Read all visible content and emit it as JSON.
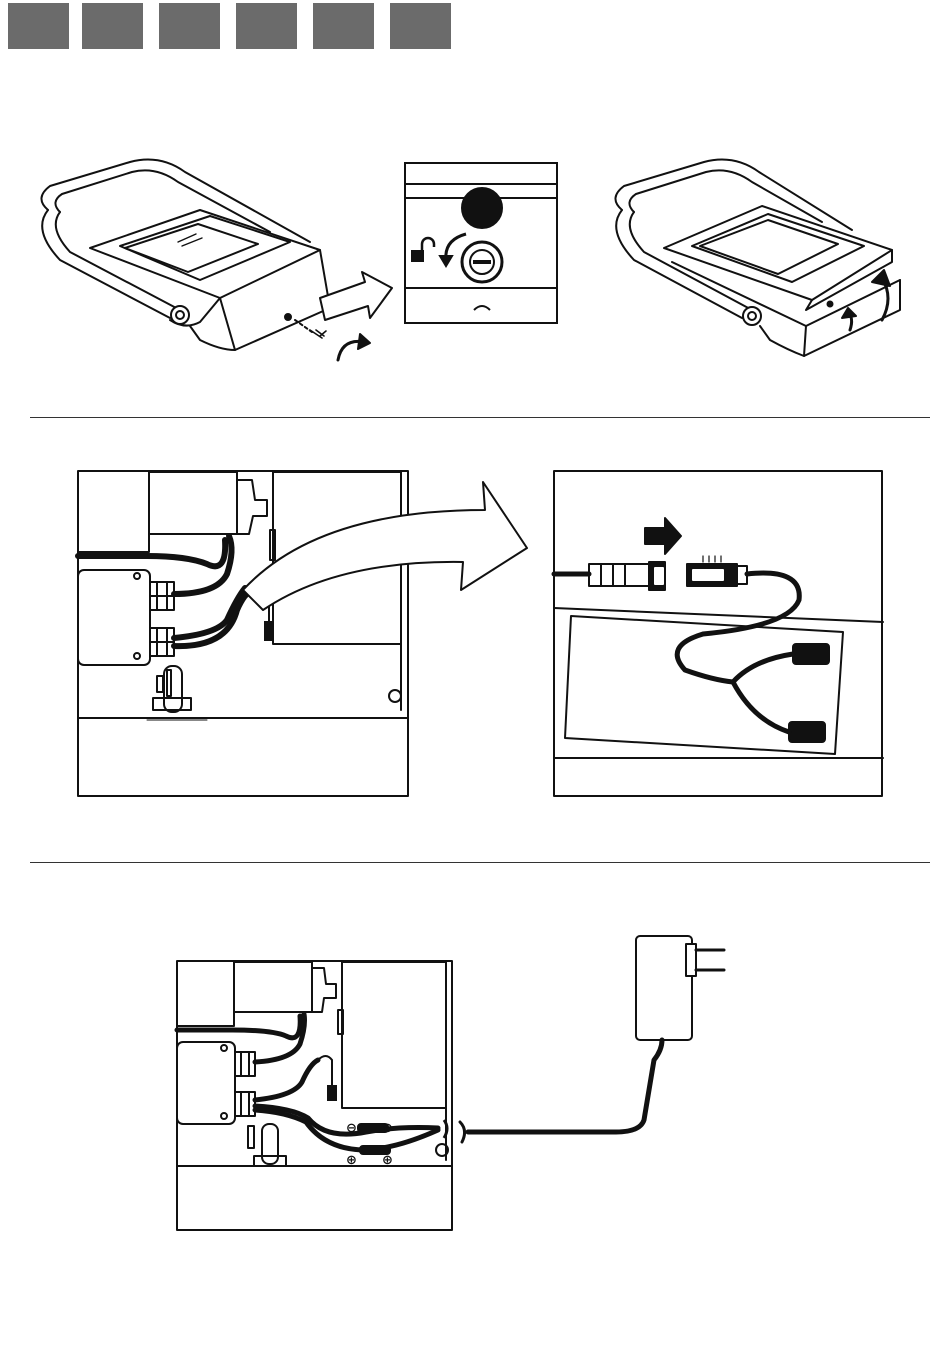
{
  "header": {
    "tabs": [
      "",
      "",
      "",
      "",
      "",
      ""
    ],
    "tab_color": "#6b6b6b"
  },
  "step1": {
    "figures": [
      "lamp-closed-unscrew",
      "lock-detail",
      "lamp-open-lid"
    ],
    "lock_icon": "padlock-open-icon"
  },
  "step2": {
    "figures": [
      "battery-box-connector",
      "connector-detail-disconnect"
    ]
  },
  "step3": {
    "figures": [
      "battery-box-charger-wiring",
      "wall-charger-plug"
    ],
    "polarity": {
      "negative": "⊖",
      "positive": "⊕"
    }
  },
  "colors": {
    "ink": "#111111",
    "tab": "#6b6b6b",
    "paper": "#ffffff"
  }
}
